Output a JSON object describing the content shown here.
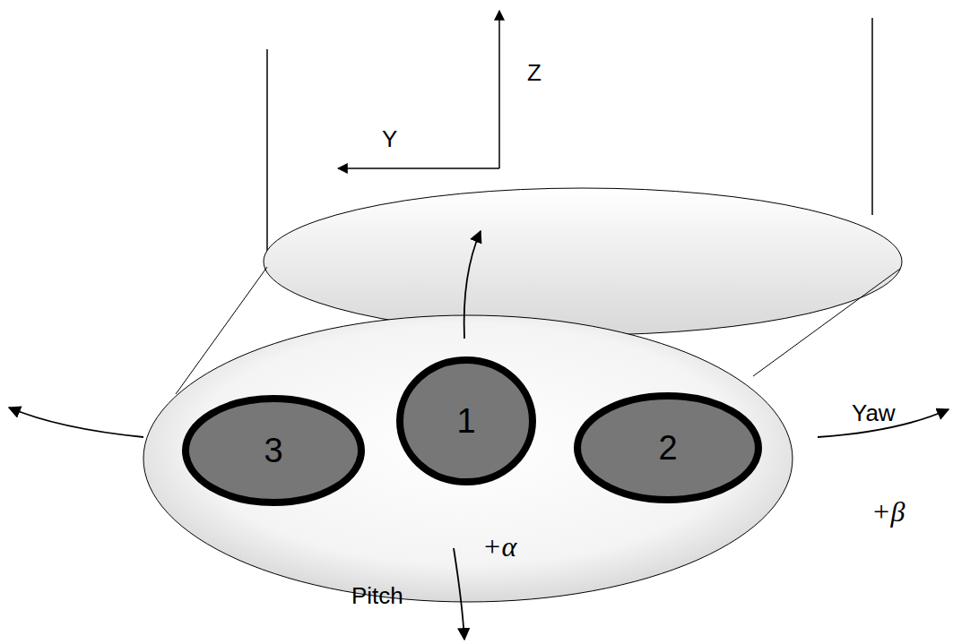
{
  "diagram": {
    "nodes": [
      {
        "text": [
          "3"
        ]
      },
      {
        "text": [
          "1"
        ]
      },
      {
        "text": [
          "2"
        ]
      }
    ],
    "edges": [],
    "labels": [
      "Z",
      "Y",
      "Yaw",
      "+β",
      "Pitch",
      "+α"
    ]
  }
}
